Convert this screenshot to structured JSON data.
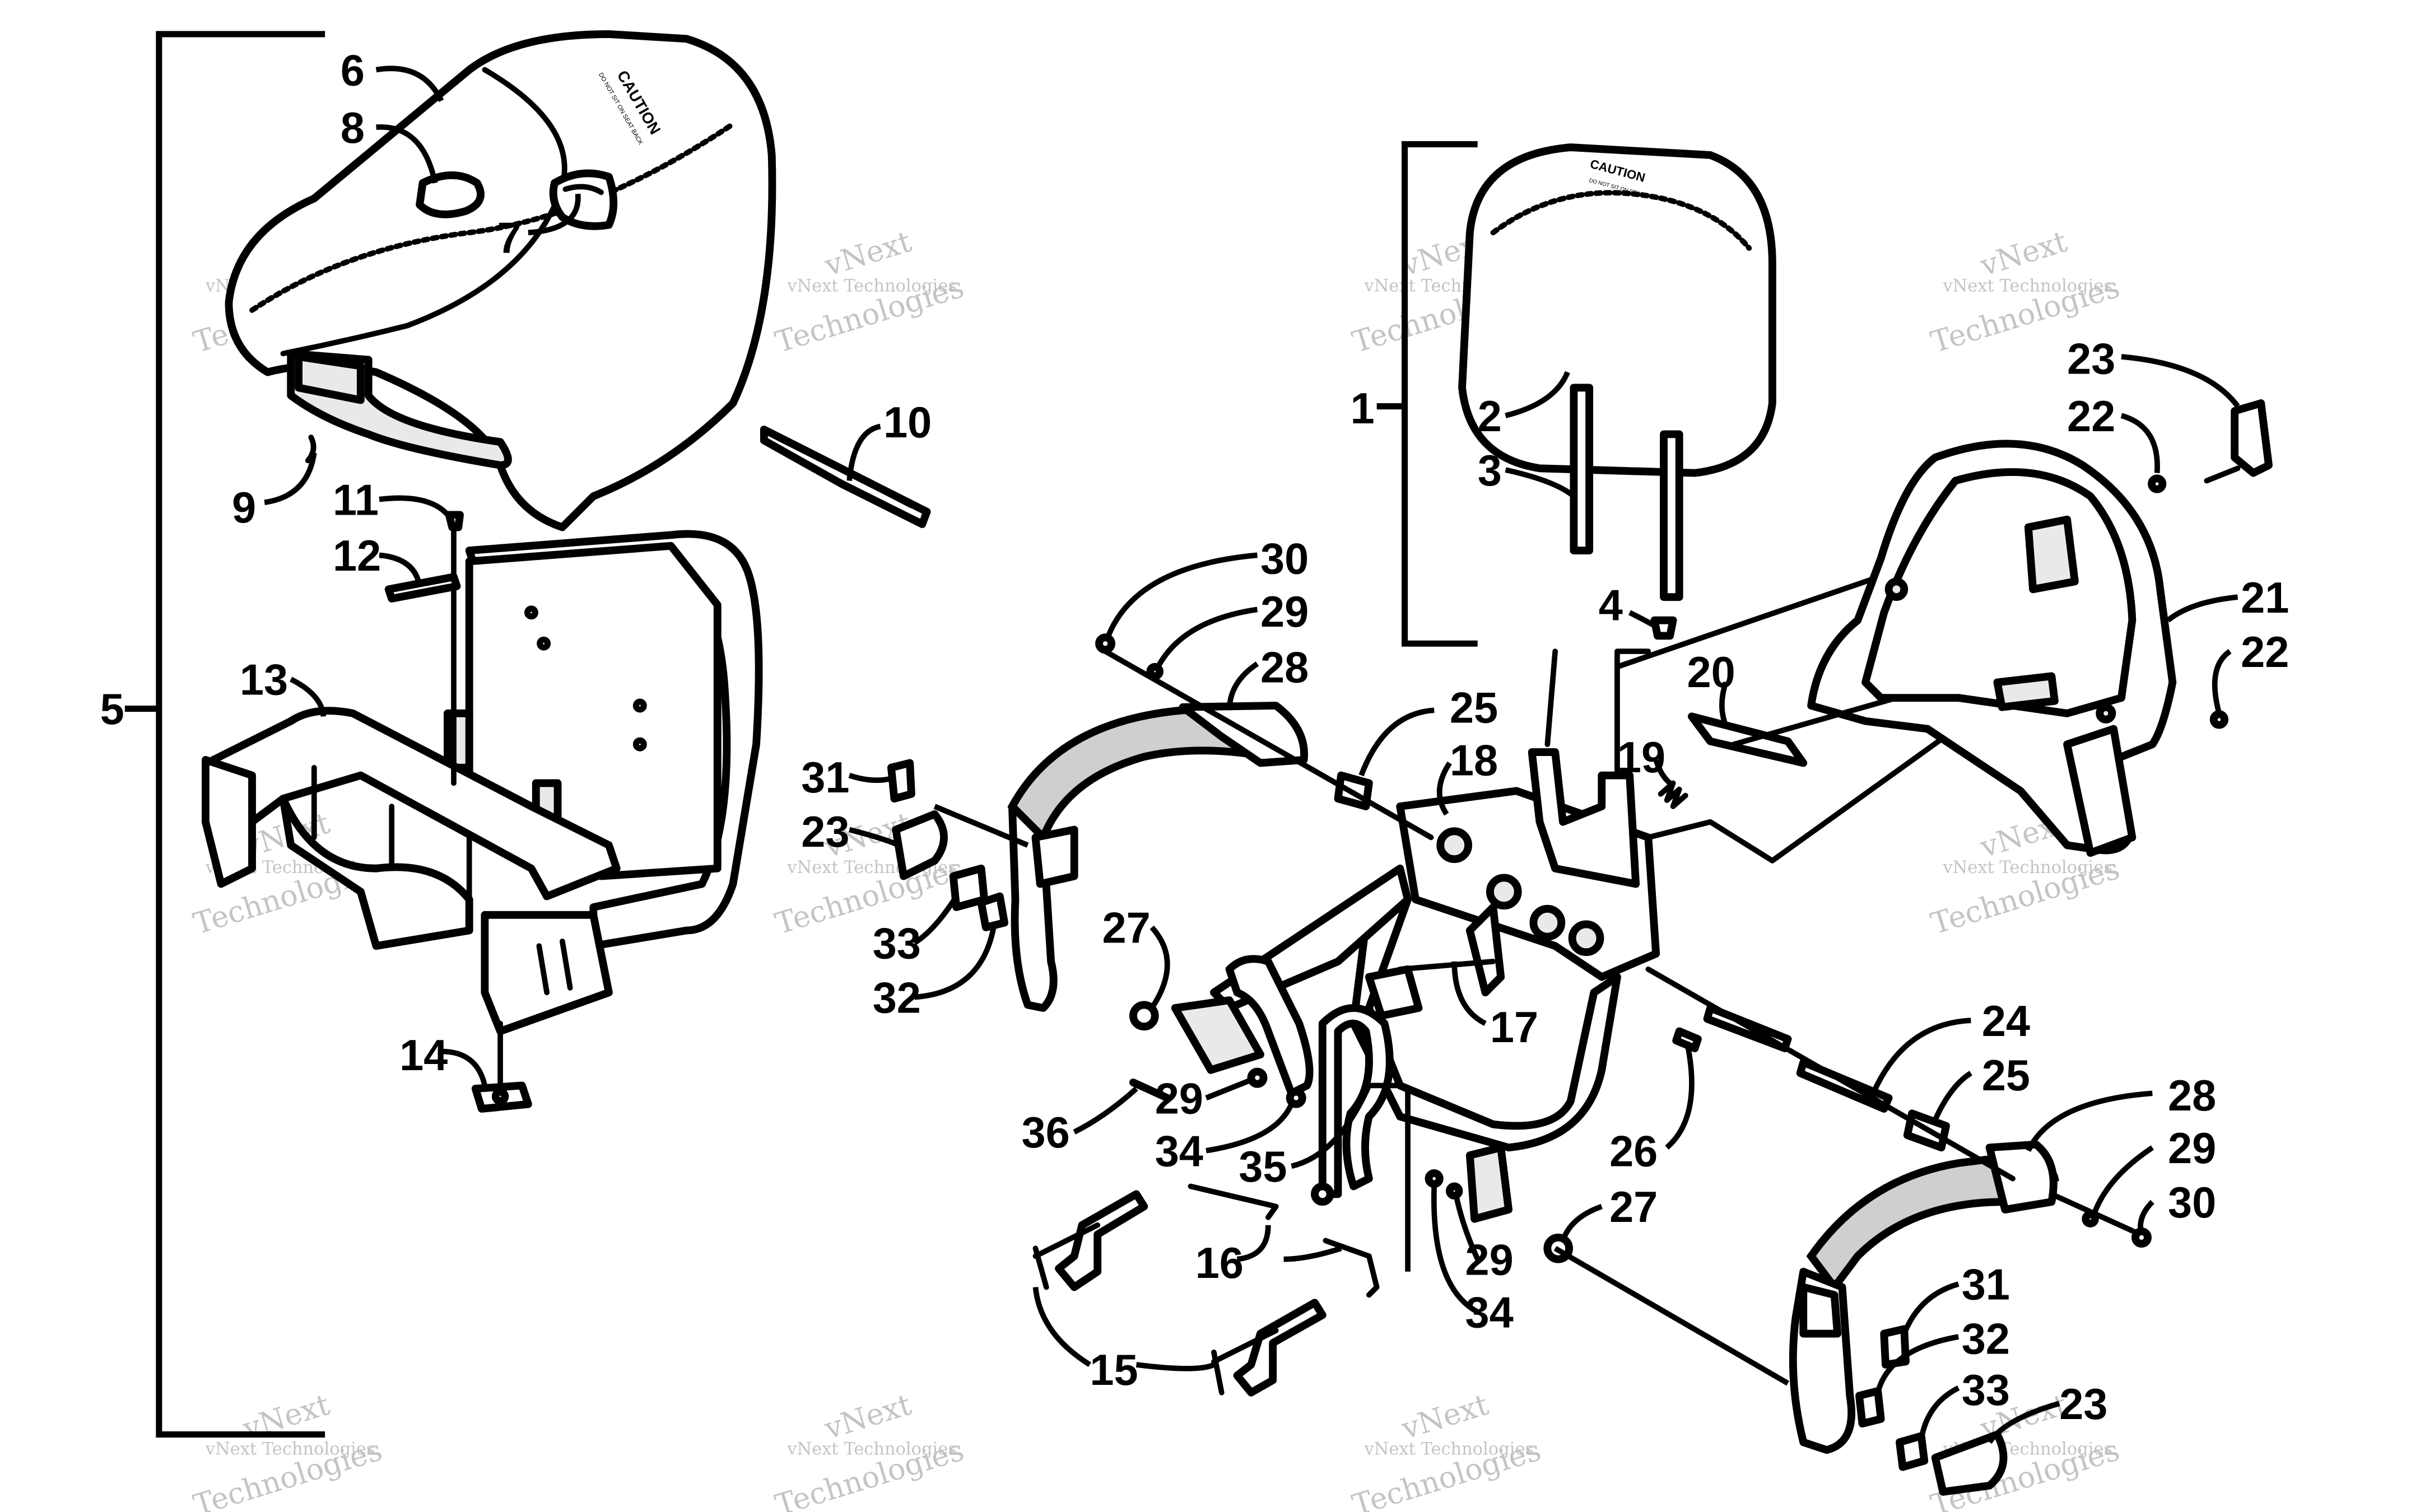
{
  "callouts": [
    "1",
    "2",
    "3",
    "4",
    "5",
    "6",
    "7",
    "8",
    "9",
    "10",
    "11",
    "12",
    "13",
    "14",
    "15",
    "16",
    "17",
    "18",
    "19",
    "20",
    "21",
    "22",
    "22",
    "23",
    "23",
    "23",
    "24",
    "25",
    "25",
    "26",
    "27",
    "27",
    "28",
    "28",
    "29",
    "29",
    "29",
    "29",
    "30",
    "30",
    "31",
    "31",
    "32",
    "32",
    "33",
    "33",
    "34",
    "34",
    "35",
    "36"
  ],
  "watermark": {
    "line1": "vNext Technologies",
    "line2": "vNext",
    "line3": "Technologies"
  },
  "decals": {
    "word": "CAUTION",
    "fine_print": "DO NOT SIT ON SEAT BACK"
  }
}
